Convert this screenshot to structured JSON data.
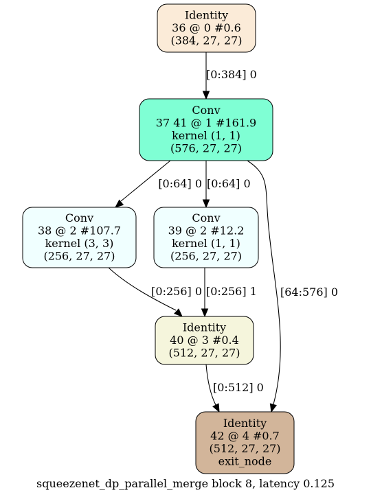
{
  "graph": {
    "caption": "squeezenet_dp_parallel_merge block 8, latency 0.125",
    "nodes": [
      {
        "id": "n36",
        "lines": [
          "Identity",
          "36 @ 0 #0.6",
          "(384, 27, 27)"
        ],
        "fill": "#fbebd8"
      },
      {
        "id": "n37",
        "lines": [
          "Conv",
          "37 41 @ 1 #161.9",
          "kernel (1, 1)",
          "(576, 27, 27)"
        ],
        "fill": "#7fffd4"
      },
      {
        "id": "n38",
        "lines": [
          "Conv",
          "38 @ 2 #107.7",
          "kernel (3, 3)",
          "(256, 27, 27)"
        ],
        "fill": "#f0ffff"
      },
      {
        "id": "n39",
        "lines": [
          "Conv",
          "39 @ 2 #12.2",
          "kernel (1, 1)",
          "(256, 27, 27)"
        ],
        "fill": "#f0ffff"
      },
      {
        "id": "n40",
        "lines": [
          "Identity",
          "40 @ 3 #0.4",
          "(512, 27, 27)"
        ],
        "fill": "#f5f5dc"
      },
      {
        "id": "n42",
        "lines": [
          "Identity",
          "42 @ 4 #0.7",
          "(512, 27, 27)",
          "exit_node"
        ],
        "fill": "#d2b59a"
      }
    ],
    "edges": [
      {
        "id": "e36-37",
        "from": "n36",
        "to": "n37",
        "label": "[0:384] 0"
      },
      {
        "id": "e37-38",
        "from": "n37",
        "to": "n38",
        "label": "[0:64] 0"
      },
      {
        "id": "e37-39",
        "from": "n37",
        "to": "n39",
        "label": "[0:64] 0"
      },
      {
        "id": "e37-42",
        "from": "n37",
        "to": "n42",
        "label": "[64:576] 0"
      },
      {
        "id": "e38-40",
        "from": "n38",
        "to": "n40",
        "label": "[0:256] 0"
      },
      {
        "id": "e39-40",
        "from": "n39",
        "to": "n40",
        "label": "[0:256] 1"
      },
      {
        "id": "e40-42",
        "from": "n40",
        "to": "n42",
        "label": "[0:512] 0"
      }
    ]
  }
}
